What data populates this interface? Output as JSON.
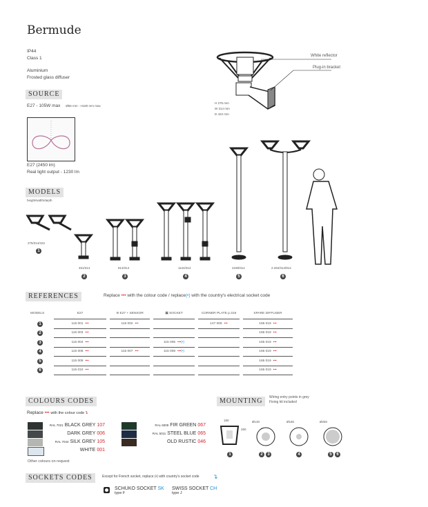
{
  "title": "Bermude",
  "specs": {
    "ip": "IP44",
    "class": "Class 1",
    "material": "Aluminium",
    "diffuser": "Frosted glass diffuser"
  },
  "hero": {
    "callouts": [
      "White reflector",
      "Plug-in bracket"
    ],
    "dims": [
      "H  275  mm",
      "W  314  mm",
      "D  422  mm"
    ]
  },
  "source": {
    "header": "SOURCE",
    "lamp": "E27 - 105W max",
    "lamp_size": "Ø66 mm - H180 mm max",
    "lumens": "E27 (2450 lm)",
    "real_output": "Real light output - 1230 lm"
  },
  "models": {
    "header": "MODELS",
    "subtitle": "height/width/depth",
    "items": [
      {
        "n": "1",
        "dims": "275/314/422"
      },
      {
        "n": "2",
        "dims": "461/314"
      },
      {
        "n": "3",
        "dims": "813/314"
      },
      {
        "n": "4",
        "dims": "1124/314"
      },
      {
        "n": "5",
        "dims": "2189/314"
      },
      {
        "n": "6",
        "dims": "2.294/314/914"
      }
    ]
  },
  "references": {
    "header": "REFERENCES",
    "note_a": "Replace",
    "note_dots": "•••",
    "note_b": "with the colour code / replace",
    "note_sock": "(•)",
    "note_c": "with the country's electrical socket code",
    "columns": [
      "MODELS",
      "E27",
      "E27 + SENSOR",
      "SOCKET",
      "CORNER PLATE p.319",
      "SPARE DIFFUSER"
    ],
    "rows": [
      {
        "n": "1",
        "e27": "115 001",
        "sensor": "115 002",
        "socket": "",
        "corner": "147 006",
        "spare": "165 019"
      },
      {
        "n": "2",
        "e27": "115 003",
        "sensor": "",
        "socket": "",
        "corner": "",
        "spare": "165 019"
      },
      {
        "n": "3",
        "e27": "115 004",
        "sensor": "",
        "socket": "115  005",
        "corner": "",
        "spare": "165 019"
      },
      {
        "n": "4",
        "e27": "115 006",
        "sensor": "115 007",
        "socket": "115  008",
        "corner": "",
        "spare": "165 019"
      },
      {
        "n": "5",
        "e27": "115 009",
        "sensor": "",
        "socket": "",
        "corner": "",
        "spare": "165 019"
      },
      {
        "n": "6",
        "e27": "115 010",
        "sensor": "",
        "socket": "",
        "corner": "",
        "spare": "165 019"
      }
    ]
  },
  "colours": {
    "header": "COLOURS CODES",
    "replace": "Replace",
    "dots": "•••",
    "with": "with the colour code",
    "other": "Other colours on request",
    "items": [
      {
        "ral": "RAL 7021",
        "name": "BLACK GREY",
        "code": "107",
        "hex": "#2e3432"
      },
      {
        "ral": "",
        "name": "DARK GREY",
        "code": "006",
        "hex": "#454849"
      },
      {
        "ral": "RAL 7044",
        "name": "SILK GREY",
        "code": "105",
        "hex": "#b4b6b1"
      },
      {
        "ral": "",
        "name": "WHITE",
        "code": "001",
        "hex": "#dde6ee"
      },
      {
        "ral": "RAL 6009",
        "name": "FIR GREEN",
        "code": "067",
        "hex": "#1f3a2c"
      },
      {
        "ral": "RAL 5011",
        "name": "STEEL BLUE",
        "code": "065",
        "hex": "#1e2c44"
      },
      {
        "ral": "",
        "name": "OLD RUSTIC",
        "code": "046",
        "hex": "#3a2a24"
      }
    ]
  },
  "mounting": {
    "header": "MOUNTING",
    "note1": "Wiring entry points in grey",
    "note2": "Fixing kit included",
    "width": "180",
    "height": "260",
    "d1": "Ø130",
    "d2": "Ø180",
    "d3": "Ø250",
    "labels": [
      [
        "1"
      ],
      [
        "2",
        "3"
      ],
      [
        "4"
      ],
      [
        "5",
        "6"
      ]
    ]
  },
  "sockets": {
    "header": "SOCKETS CODES",
    "note": "Except for French socket, replace (•) with country's socket code",
    "items": [
      {
        "name": "SCHUKO SOCKET",
        "code": "SK",
        "type": "type F"
      },
      {
        "name": "SWISS SOCKET",
        "code": "CH",
        "type": "type J"
      }
    ]
  }
}
